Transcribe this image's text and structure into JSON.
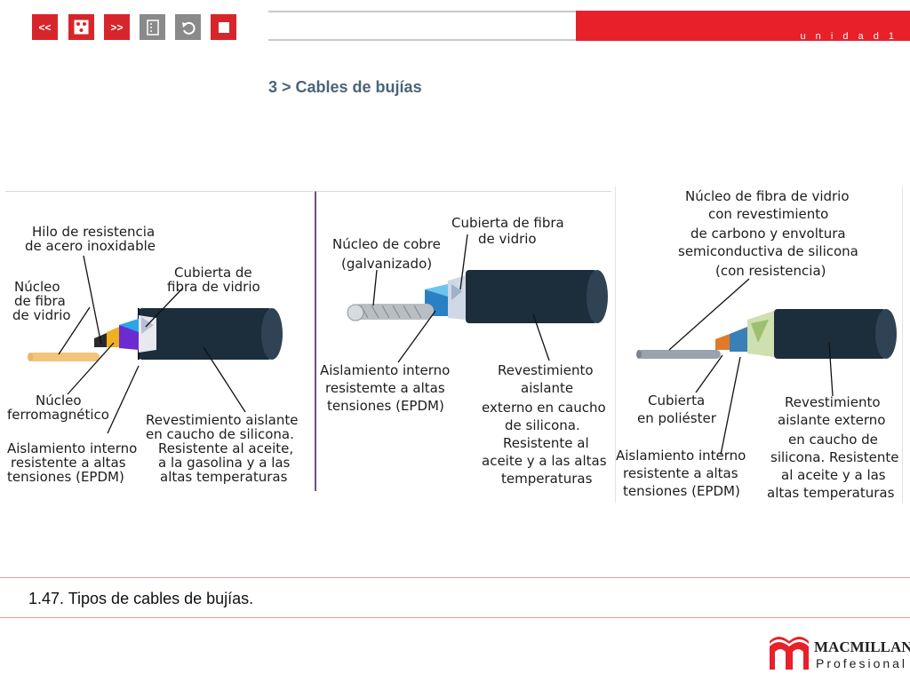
{
  "nav": {
    "prev_label": "<<",
    "next_label": ">>",
    "unit_label": "u n i d a d  1"
  },
  "section_title": "3 > Cables de bujías",
  "figure": {
    "panel1": {
      "labels": [
        "Hilo de resistencia",
        "de acero inoxidable",
        "Núcleo",
        "de fibra",
        "de vidrio",
        "Cubierta de",
        "fibra de vidrio",
        "Núcleo",
        "ferromagnético",
        "Revestimiento aislante",
        "en caucho de silicona.",
        "Resistente al aceite,",
        "a la gasolina y a las",
        "altas temperaturas",
        "Aislamiento interno",
        "resistente a altas",
        "tensiones (EPDM)"
      ]
    },
    "panel2": {
      "labels": [
        "Cubierta de fibra",
        "de vidrio",
        "Núcleo de cobre",
        "(galvanizado)",
        "Aislamiento interno",
        "resistemte a altas",
        "tensiones (EPDM)",
        "Revestimiento",
        "aislante",
        "externo en caucho",
        "de silicona.",
        "Resistente al",
        "aceite y a las altas",
        "temperaturas"
      ]
    },
    "panel3": {
      "labels": [
        "Núcleo de fibra de vidrio",
        "con revestimiento",
        "de carbono y envoltura",
        "semiconductiva de silicona",
        "(con resistencia)",
        "Cubierta",
        "en poliéster",
        "Revestimiento",
        "aislante externo",
        "en caucho de",
        "silicona. Resistente",
        "al aceite y a las",
        "altas temperaturas",
        "Aislamiento interno",
        "resistente a altas",
        "tensiones (EPDM)"
      ]
    }
  },
  "caption": "1.47. Tipos de cables de bujías.",
  "logo": {
    "name": "MACMILLAN",
    "sub": "Profesional"
  },
  "colors": {
    "accent_red": "#e8202a",
    "nav_red": "#d7262b",
    "nav_gray": "#8a8a8a",
    "title_blue": "#4a6478"
  }
}
